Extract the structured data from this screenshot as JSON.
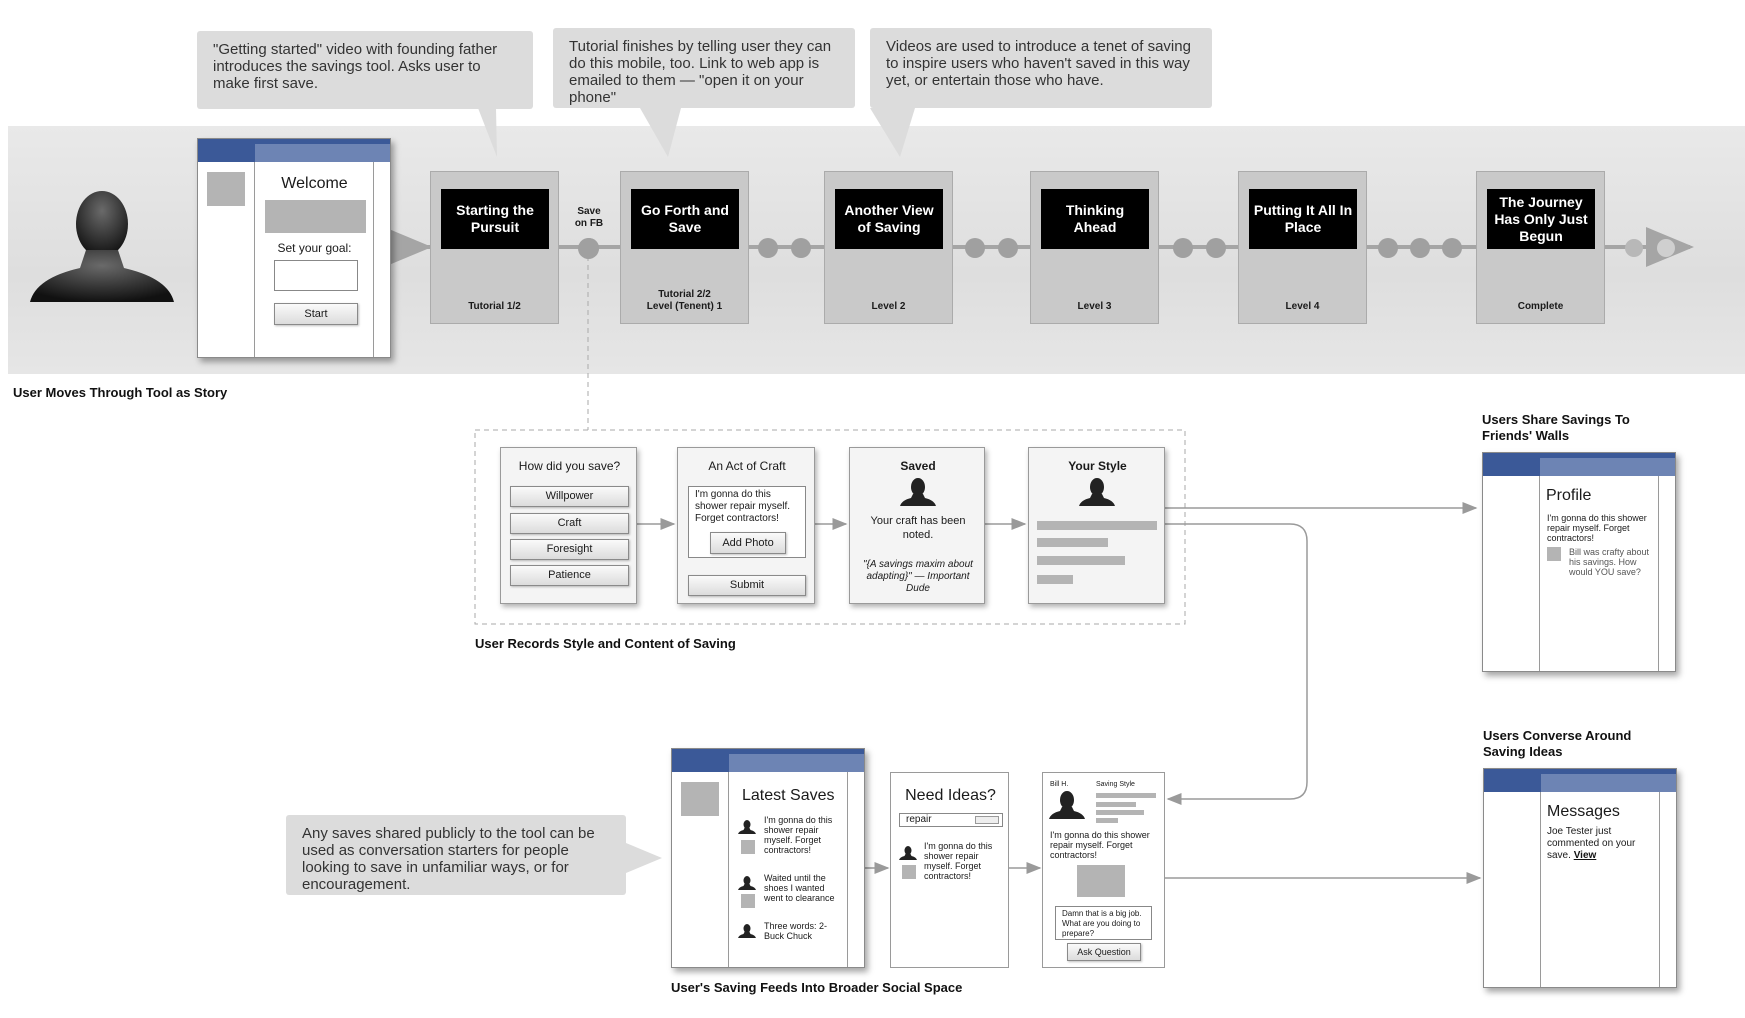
{
  "callouts": {
    "getting_started": "\"Getting started\" video with founding father introduces the savings tool. Asks user to make first save.",
    "tutorial_finish": "Tutorial finishes by telling user they can do this mobile, too. Link to web app is emailed to them — \"open it on your phone\"",
    "videos": "Videos are used to introduce a tenet of saving to inspire users who haven't saved in this way yet, or entertain those who have.",
    "saves_shared": "Any saves shared publicly to the tool can be used as conversation starters for people looking to save in unfamiliar ways, or for encouragement."
  },
  "welcome_screen": {
    "title": "Welcome",
    "goal_label": "Set your goal:",
    "start_button": "Start"
  },
  "stages": [
    {
      "title": "Starting the Pursuit",
      "level": "Tutorial 1/2"
    },
    {
      "title": "Go Forth and Save",
      "level": "Tutorial 2/2\nLevel (Tenent) 1"
    },
    {
      "title": "Another View of Saving",
      "level": "Level 2"
    },
    {
      "title": "Thinking Ahead",
      "level": "Level 3"
    },
    {
      "title": "Putting It All In Place",
      "level": "Level 4"
    },
    {
      "title": "The Journey Has Only Just Begun",
      "level": "Complete"
    }
  ],
  "save_on_fb": "Save on FB",
  "captions": {
    "story": "User Moves Through Tool as Story",
    "records": "User Records Style and Content of Saving",
    "feeds": "User's Saving Feeds Into Broader Social Space",
    "share": "Users Share Savings To Friends' Walls",
    "converse": "Users Converse Around Saving Ideas"
  },
  "how_save": {
    "title": "How did you save?",
    "options": [
      "Willpower",
      "Craft",
      "Foresight",
      "Patience"
    ]
  },
  "act_of_craft": {
    "title": "An Act of Craft",
    "text": "I'm gonna do this shower repair myself. Forget contractors!",
    "add_photo": "Add Photo",
    "submit": "Submit"
  },
  "saved": {
    "title": "Saved",
    "text": "Your craft has been noted.",
    "quote": "\"{A savings maxim about adapting}\" — Important Dude"
  },
  "your_style": {
    "title": "Your Style"
  },
  "profile": {
    "title": "Profile",
    "post": "I'm gonna do this shower repair myself. Forget contractors!",
    "comment": "Bill was crafty about his savings. How would YOU save?"
  },
  "latest_saves": {
    "title": "Latest Saves",
    "items": [
      "I'm gonna do this shower repair myself. Forget contractors!",
      "Waited until the shoes I wanted went to clearance",
      "Three words: 2-Buck Chuck"
    ]
  },
  "need_ideas": {
    "title": "Need Ideas?",
    "search_value": "repair",
    "result": "I'm gonna do this shower repair myself. Forget contractors!"
  },
  "detail": {
    "user": "Bill H.",
    "style_label": "Saving Style",
    "text": "I'm gonna do this shower repair myself. Forget contractors!",
    "reply": "Damn that is a big job. What are you doing to prepare?",
    "ask_button": "Ask Question"
  },
  "messages": {
    "title": "Messages",
    "text": "Joe Tester just commented on your save.",
    "link": "View"
  },
  "colors": {
    "facebook_blue": "#3b5998",
    "stage_grey": "#c9c9c9",
    "callout_grey": "#dcdcdc"
  }
}
